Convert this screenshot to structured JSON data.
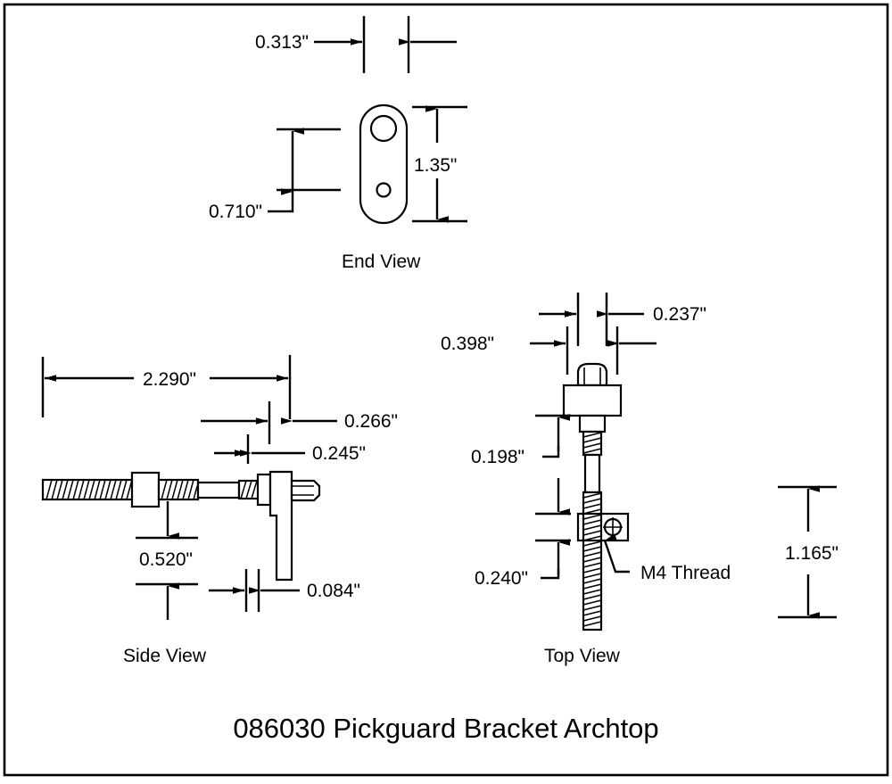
{
  "drawing": {
    "title": "086030 Pickguard Bracket Archtop",
    "units_note": "inches",
    "views": [
      {
        "id": "end",
        "label": "End View"
      },
      {
        "id": "side",
        "label": "Side View"
      },
      {
        "id": "top",
        "label": "Top View"
      }
    ],
    "callouts": [
      {
        "id": "m4-thread",
        "text": "M4 Thread",
        "view": "top"
      }
    ],
    "dimensions": {
      "end_view": [
        {
          "id": "thickness",
          "value": "0.313\"",
          "orientation": "horizontal"
        },
        {
          "id": "hole-spacing",
          "value": "0.710\"",
          "orientation": "vertical"
        },
        {
          "id": "overall-height",
          "value": "1.35\"",
          "orientation": "vertical"
        }
      ],
      "side_view": [
        {
          "id": "overall-length",
          "value": "2.290\"",
          "orientation": "horizontal"
        },
        {
          "id": "plate-offset",
          "value": "0.266\"",
          "orientation": "horizontal"
        },
        {
          "id": "plate-width",
          "value": "0.245\"",
          "orientation": "horizontal"
        },
        {
          "id": "drop-height",
          "value": "0.520\"",
          "orientation": "vertical"
        },
        {
          "id": "plate-thickness",
          "value": "0.084\"",
          "orientation": "horizontal"
        }
      ],
      "top_view": [
        {
          "id": "head-offset",
          "value": "0.237\"",
          "orientation": "horizontal"
        },
        {
          "id": "body-width",
          "value": "0.398\"",
          "orientation": "horizontal"
        },
        {
          "id": "upper-gap",
          "value": "0.198\"",
          "orientation": "vertical"
        },
        {
          "id": "block-height",
          "value": "0.240\"",
          "orientation": "vertical"
        },
        {
          "id": "total-drop",
          "value": "1.165\"",
          "orientation": "vertical"
        }
      ]
    },
    "colors": {
      "line": "#000000",
      "background": "#ffffff"
    }
  }
}
